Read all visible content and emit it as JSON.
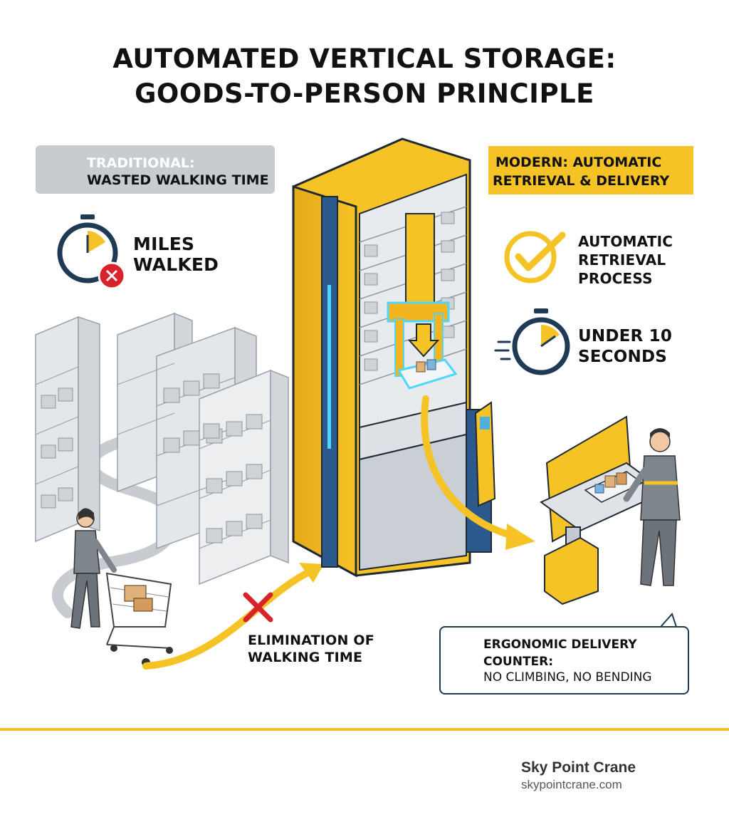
{
  "title": {
    "line1": "AUTOMATED VERTICAL STORAGE:",
    "line2": "GOODS-TO-PERSON PRINCIPLE"
  },
  "traditional": {
    "label_line1": "TRADITIONAL:",
    "label_line2": "WASTED WALKING TIME",
    "miles_line1": "MILES",
    "miles_line2": "WALKED"
  },
  "modern": {
    "label_line1": "MODERN: AUTOMATIC",
    "label_line2": "RETRIEVAL & DELIVERY",
    "process_line1": "AUTOMATIC",
    "process_line2": "RETRIEVAL",
    "process_line3": "PROCESS",
    "time_line1": "UNDER 10",
    "time_line2": "SECONDS"
  },
  "elimination": {
    "line1": "ELIMINATION OF",
    "line2": "WALKING TIME"
  },
  "ergonomic": {
    "line1": "ERGONOMIC DELIVERY",
    "line2": "COUNTER:",
    "line3": "NO CLIMBING, NO BENDING"
  },
  "footer": {
    "brand": "Sky Point Crane",
    "url": "skypointcrane.com"
  },
  "colors": {
    "accent_yellow": "#f6c326",
    "navy": "#1f3a55",
    "cross_red": "#d8232a",
    "shelf_gray": "#c8ccd1",
    "tower_blue": "#2c5a8c"
  }
}
